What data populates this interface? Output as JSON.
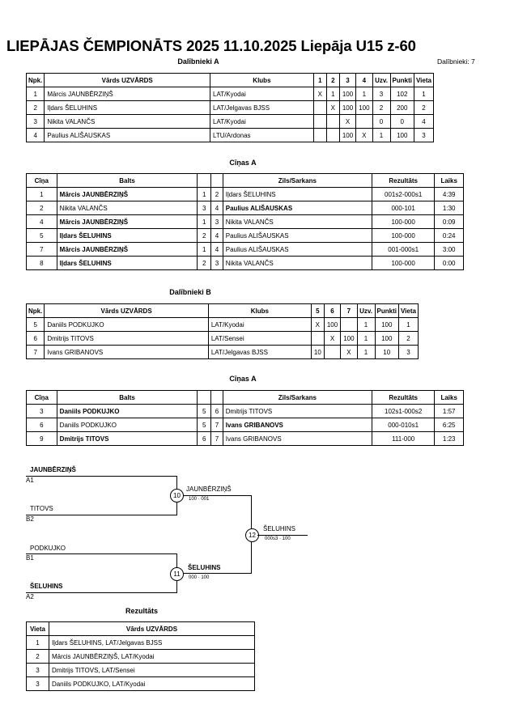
{
  "header": {
    "title": "LIEPĀJAS ČEMPIONĀTS 2025  11.10.2025  Liepāja   U15 z-60",
    "group_a_label": "Dalībnieki A",
    "participants_count": "Dalībnieki: 7"
  },
  "group_a": {
    "headers": [
      "Npk.",
      "Vārds UZVĀRDS",
      "Klubs",
      "1",
      "2",
      "3",
      "4",
      "Uzv.",
      "Punkti",
      "Vieta"
    ],
    "rows": [
      [
        "1",
        "Mārcis JAUNBĒRZIŅŠ",
        "LAT/Kyodai",
        "X",
        "1",
        "100",
        "1",
        "3",
        "102",
        "1"
      ],
      [
        "2",
        "Iļdars ŠELUHINS",
        "LAT/Jelgavas BJSS",
        "",
        "X",
        "100",
        "100",
        "2",
        "200",
        "2"
      ],
      [
        "3",
        "Nikita VALANČS",
        "LAT/Kyodai",
        "",
        "",
        "X",
        "",
        "0",
        "0",
        "4"
      ],
      [
        "4",
        "Paulius ALIŠAUSKAS",
        "LTU/Ardonas",
        "",
        "",
        "100",
        "X",
        "1",
        "100",
        "3"
      ]
    ]
  },
  "fights_a": {
    "label": "Cīņas A",
    "headers": [
      "Cīņa",
      "Balts",
      "",
      "",
      "Zils/Sarkans",
      "Rezultāts",
      "Laiks"
    ],
    "rows": [
      {
        "n": "1",
        "white": "Mārcis JAUNBĒRZIŅŠ",
        "wb": true,
        "a": "1",
        "b": "2",
        "blue": "Iļdars ŠELUHINS",
        "bb": false,
        "res": "001s2-000s1",
        "time": "4:39"
      },
      {
        "n": "2",
        "white": "Nikita VALANČS",
        "wb": false,
        "a": "3",
        "b": "4",
        "blue": "Paulius ALIŠAUSKAS",
        "bb": true,
        "res": "000-101",
        "time": "1:30"
      },
      {
        "n": "4",
        "white": "Mārcis JAUNBĒRZIŅŠ",
        "wb": true,
        "a": "1",
        "b": "3",
        "blue": "Nikita VALANČS",
        "bb": false,
        "res": "100-000",
        "time": "0:09"
      },
      {
        "n": "5",
        "white": "Iļdars ŠELUHINS",
        "wb": true,
        "a": "2",
        "b": "4",
        "blue": "Paulius ALIŠAUSKAS",
        "bb": false,
        "res": "100-000",
        "time": "0:24"
      },
      {
        "n": "7",
        "white": "Mārcis JAUNBĒRZIŅŠ",
        "wb": true,
        "a": "1",
        "b": "4",
        "blue": "Paulius ALIŠAUSKAS",
        "bb": false,
        "res": "001-000s1",
        "time": "3:00"
      },
      {
        "n": "8",
        "white": "Iļdars ŠELUHINS",
        "wb": true,
        "a": "2",
        "b": "3",
        "blue": "Nikita VALANČS",
        "bb": false,
        "res": "100-000",
        "time": "0:00"
      }
    ]
  },
  "group_b": {
    "label": "Dalībnieki B",
    "headers": [
      "Npk.",
      "Vārds UZVĀRDS",
      "Klubs",
      "5",
      "6",
      "7",
      "Uzv.",
      "Punkti",
      "Vieta"
    ],
    "rows": [
      [
        "5",
        "Daniils PODKUJKO",
        "LAT/Kyodai",
        "X",
        "100",
        "",
        "1",
        "100",
        "1"
      ],
      [
        "6",
        "Dmitrijs TITOVS",
        "LAT/Sensei",
        "",
        "X",
        "100",
        "1",
        "100",
        "2"
      ],
      [
        "7",
        "Ivans GRIBANOVS",
        "LAT/Jelgavas BJSS",
        "10",
        "",
        "X",
        "1",
        "10",
        "3"
      ]
    ]
  },
  "fights_b": {
    "label": "Cīņas A",
    "headers": [
      "Cīņa",
      "Balts",
      "",
      "",
      "Zils/Sarkans",
      "Rezultāts",
      "Laiks"
    ],
    "rows": [
      {
        "n": "3",
        "white": "Daniils PODKUJKO",
        "wb": true,
        "a": "5",
        "b": "6",
        "blue": "Dmitrijs TITOVS",
        "bb": false,
        "res": "102s1-000s2",
        "time": "1:57"
      },
      {
        "n": "6",
        "white": "Daniils PODKUJKO",
        "wb": false,
        "a": "5",
        "b": "7",
        "blue": "Ivans GRIBANOVS",
        "bb": true,
        "res": "000-010s1",
        "time": "6:25"
      },
      {
        "n": "9",
        "white": "Dmitrijs TITOVS",
        "wb": true,
        "a": "6",
        "b": "7",
        "blue": "Ivans GRIBANOVS",
        "bb": false,
        "res": "111-000",
        "time": "1:23"
      }
    ]
  },
  "bracket": {
    "a1_name": "JAUNBĒRZIŅŠ",
    "a1_seed": "A1",
    "b2_name": "TITOVS",
    "b2_seed": "B2",
    "b1_name": "PODKUJKO",
    "b1_seed": "B1",
    "a2_name": "ŠELUHINS",
    "a2_seed": "A2",
    "m10": "10",
    "m10_winner": "JAUNBĒRZIŅŠ",
    "m10_score": "100 · 001",
    "m11": "11",
    "m11_winner": "ŠELUHINS",
    "m11_score": "000 · 100",
    "m12": "12",
    "m12_winner": "ŠELUHINS",
    "m12_score": "000s3 · 100"
  },
  "results": {
    "label": "Rezultāts",
    "headers": [
      "Vieta",
      "Vārds UZVĀRDS"
    ],
    "rows": [
      [
        "1",
        "Iļdars ŠELUHINS, LAT/Jelgavas BJSS"
      ],
      [
        "2",
        "Mārcis JAUNBĒRZIŅŠ, LAT/Kyodai"
      ],
      [
        "3",
        "Dmitrijs TITOVS, LAT/Sensei"
      ],
      [
        "3",
        "Daniils PODKUJKO, LAT/Kyodai"
      ]
    ]
  }
}
